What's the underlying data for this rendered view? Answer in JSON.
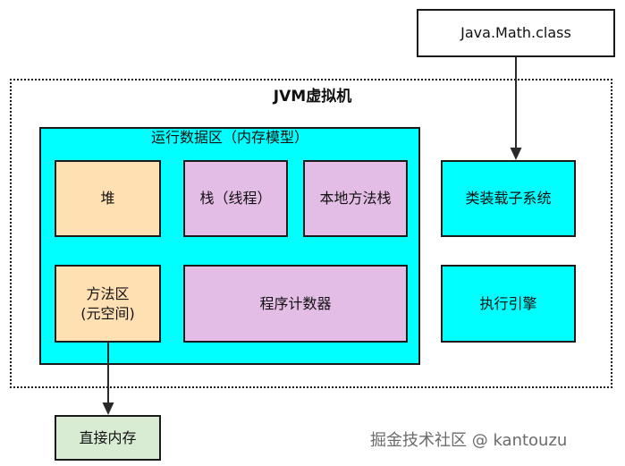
{
  "diagram": {
    "class_file": "Java.Math.class",
    "jvm_title": "JVM虚拟机",
    "runtime_area_title": "运行数据区（内存模型）",
    "heap": "堆",
    "stack": "栈（线程）",
    "native_method_stack": "本地方法栈",
    "method_area_line1": "方法区",
    "method_area_line2": "(元空间)",
    "program_counter": "程序计数器",
    "class_loader": "类装载子系统",
    "execution_engine": "执行引擎",
    "direct_memory": "直接内存"
  },
  "watermark": "掘金技术社区 @ kantouzu",
  "colors": {
    "runtime_area": "#00ffff",
    "heap_method_area": "#ffe0b3",
    "stack_pc": "#e4bde6",
    "direct_memory": "#d8ecd4"
  }
}
